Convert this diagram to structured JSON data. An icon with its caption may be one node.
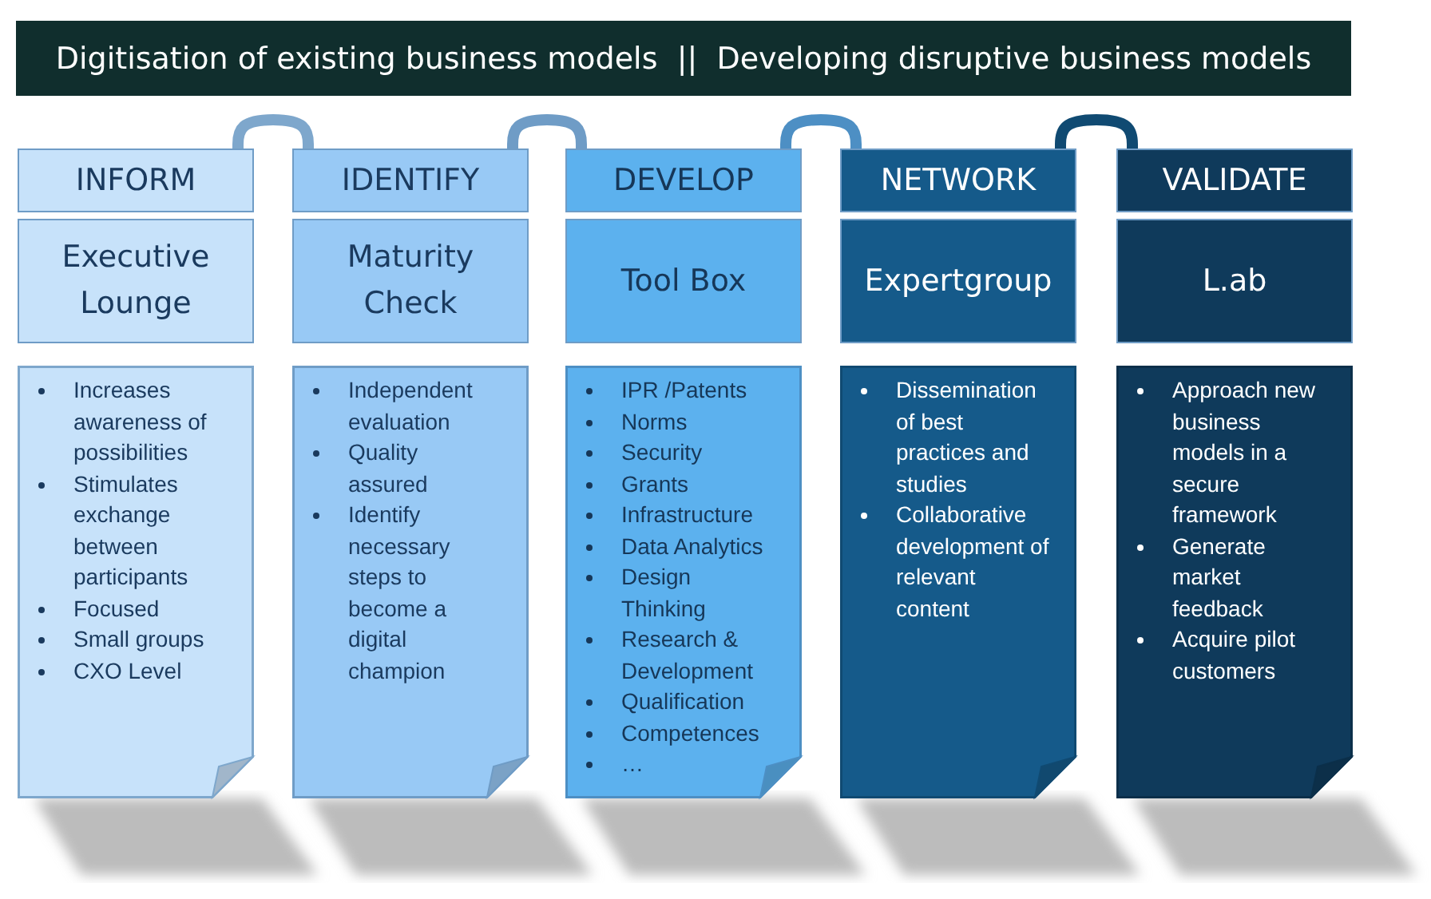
{
  "diagram": {
    "title": "Digitisation of existing business models  ||  Developing disruptive business models",
    "nodes": [
      {
        "text": [
          "INFORM"
        ]
      },
      {
        "text": [
          "Executive Lounge"
        ]
      },
      {
        "text": [
          "Increases awareness of possibilities",
          "Stimulates exchange between participants",
          "Focused",
          "Small groups",
          "CXO Level"
        ]
      },
      {
        "text": [
          "IDENTIFY"
        ]
      },
      {
        "text": [
          "Maturity Check"
        ]
      },
      {
        "text": [
          "Independent evaluation",
          "Quality assured",
          "Identify necessary steps to become a digital champion"
        ]
      },
      {
        "text": [
          "DEVELOP"
        ]
      },
      {
        "text": [
          "Tool Box"
        ]
      },
      {
        "text": [
          "IPR /Patents",
          "Norms",
          "Security",
          "Grants",
          "Infrastructure",
          "Data Analytics",
          "Design Thinking",
          "Research & Development",
          "Qualification",
          "Competences",
          "…"
        ]
      },
      {
        "text": [
          "NETWORK"
        ]
      },
      {
        "text": [
          "Expertgroup"
        ]
      },
      {
        "text": [
          "Dissemination of best practices and studies",
          "Collaborative development of relevant content"
        ]
      },
      {
        "text": [
          "VALIDATE"
        ]
      },
      {
        "text": [
          "L.ab"
        ]
      },
      {
        "text": [
          "Approach new business models in a secure framework",
          "Generate market feedback",
          "Acquire pilot customers"
        ]
      }
    ],
    "edges": [
      {
        "from": 0,
        "to": 3,
        "arrow": "none"
      },
      {
        "from": 3,
        "to": 6,
        "arrow": "none"
      },
      {
        "from": 6,
        "to": 9,
        "arrow": "none"
      },
      {
        "from": 9,
        "to": 12,
        "arrow": "none",
        "color": "#104a72"
      }
    ]
  }
}
